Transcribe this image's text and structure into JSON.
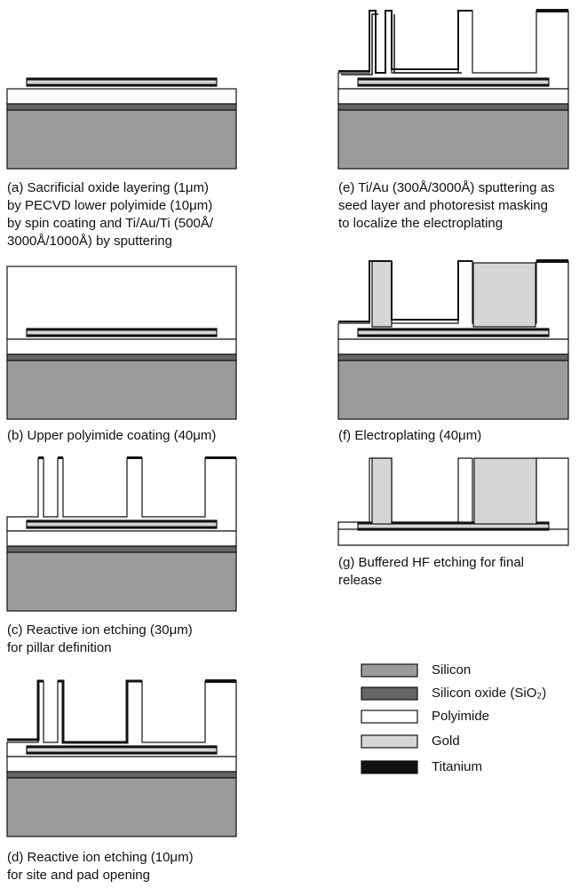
{
  "colors": {
    "silicon": "#9b9b9b",
    "silicon_oxide": "#656565",
    "polyimide": "#ffffff",
    "gold": "#d6d6d6",
    "titanium": "#111111",
    "stroke": "#111111"
  },
  "steps": [
    {
      "id": "a",
      "lines": [
        "(a) Sacrificial oxide layering (1μm)",
        "by PECVD lower polyimide (10μm)",
        "by spin coating and Ti/Au/Ti (500Å/",
        "3000Å/1000Å) by sputtering"
      ]
    },
    {
      "id": "b",
      "lines": [
        "(b) Upper polyimide coating (40μm)"
      ]
    },
    {
      "id": "c",
      "lines": [
        "(c) Reactive ion etching (30μm)",
        "for pillar definition"
      ]
    },
    {
      "id": "d",
      "lines": [
        "(d) Reactive ion etching (10μm)",
        "for site and pad opening"
      ]
    },
    {
      "id": "e",
      "lines": [
        "(e) Ti/Au (300Å/3000Å) sputtering as",
        "seed layer and photoresist masking",
        "to localize the electroplating"
      ]
    },
    {
      "id": "f",
      "lines": [
        "(f) Electroplating (40μm)"
      ]
    },
    {
      "id": "g",
      "lines": [
        "(g) Buffered HF etching for final",
        "release"
      ]
    }
  ],
  "legend": [
    {
      "key": "silicon",
      "label": "Silicon"
    },
    {
      "key": "silicon_oxide",
      "label": "Silicon oxide (SiO₂)"
    },
    {
      "key": "polyimide",
      "label": "Polyimide"
    },
    {
      "key": "gold",
      "label": "Gold"
    },
    {
      "key": "titanium",
      "label": "Titanium"
    }
  ]
}
